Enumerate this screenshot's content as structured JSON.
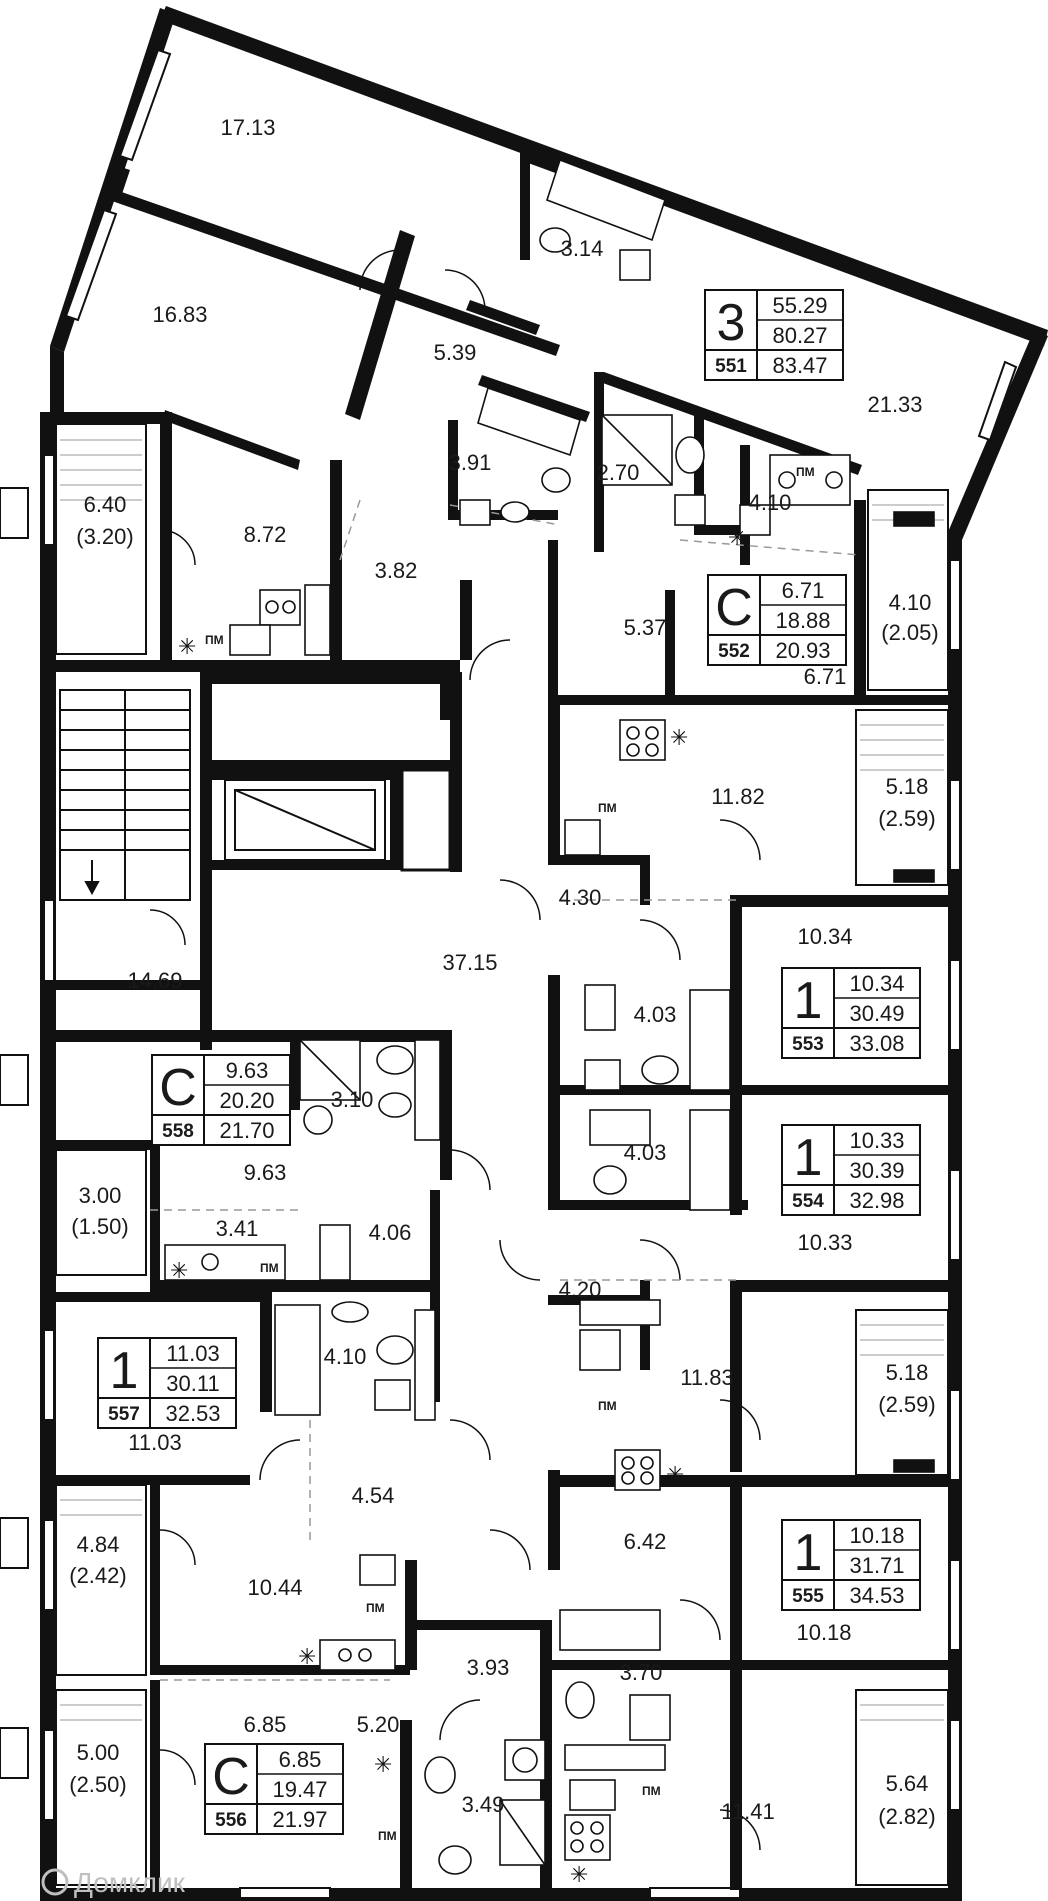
{
  "plan": {
    "apartments": [
      {
        "id": "551",
        "rooms": "3",
        "values": [
          "55.29",
          "80.27",
          "83.47"
        ]
      },
      {
        "id": "552",
        "rooms": "С",
        "values": [
          "6.71",
          "18.88",
          "20.93"
        ]
      },
      {
        "id": "553",
        "rooms": "1",
        "values": [
          "10.34",
          "30.49",
          "33.08"
        ]
      },
      {
        "id": "554",
        "rooms": "1",
        "values": [
          "10.33",
          "30.39",
          "32.98"
        ]
      },
      {
        "id": "555",
        "rooms": "1",
        "values": [
          "10.18",
          "31.71",
          "34.53"
        ]
      },
      {
        "id": "556",
        "rooms": "С",
        "values": [
          "6.85",
          "19.47",
          "21.97"
        ]
      },
      {
        "id": "557",
        "rooms": "1",
        "values": [
          "11.03",
          "30.11",
          "32.53"
        ]
      },
      {
        "id": "558",
        "rooms": "С",
        "values": [
          "9.63",
          "20.20",
          "21.70"
        ]
      }
    ],
    "rooms": [
      "17.13",
      "16.83",
      "3.14",
      "5.39",
      "21.33",
      "3.91",
      "2.70",
      "4.10",
      "6.40",
      "(3.20)",
      "8.72",
      "3.82",
      "5.37",
      "6.71",
      "4.10",
      "(2.05)",
      "11.82",
      "5.18",
      "(2.59)",
      "4.30",
      "10.34",
      "37.15",
      "14.69",
      "4.03",
      "3.10",
      "9.63",
      "4.03",
      "10.33",
      "3.00",
      "(1.50)",
      "3.41",
      "4.06",
      "4.20",
      "11.83",
      "5.18",
      "(2.59)",
      "4.10",
      "11.03",
      "4.54",
      "6.42",
      "10.18",
      "4.84",
      "(2.42)",
      "10.44",
      "3.93",
      "3.70",
      "6.85",
      "5.20",
      "5.00",
      "(2.50)",
      "3.49",
      "11.41",
      "5.64",
      "(2.82)"
    ],
    "kitchen_label": "ПМ",
    "watermark": "Домклик"
  }
}
